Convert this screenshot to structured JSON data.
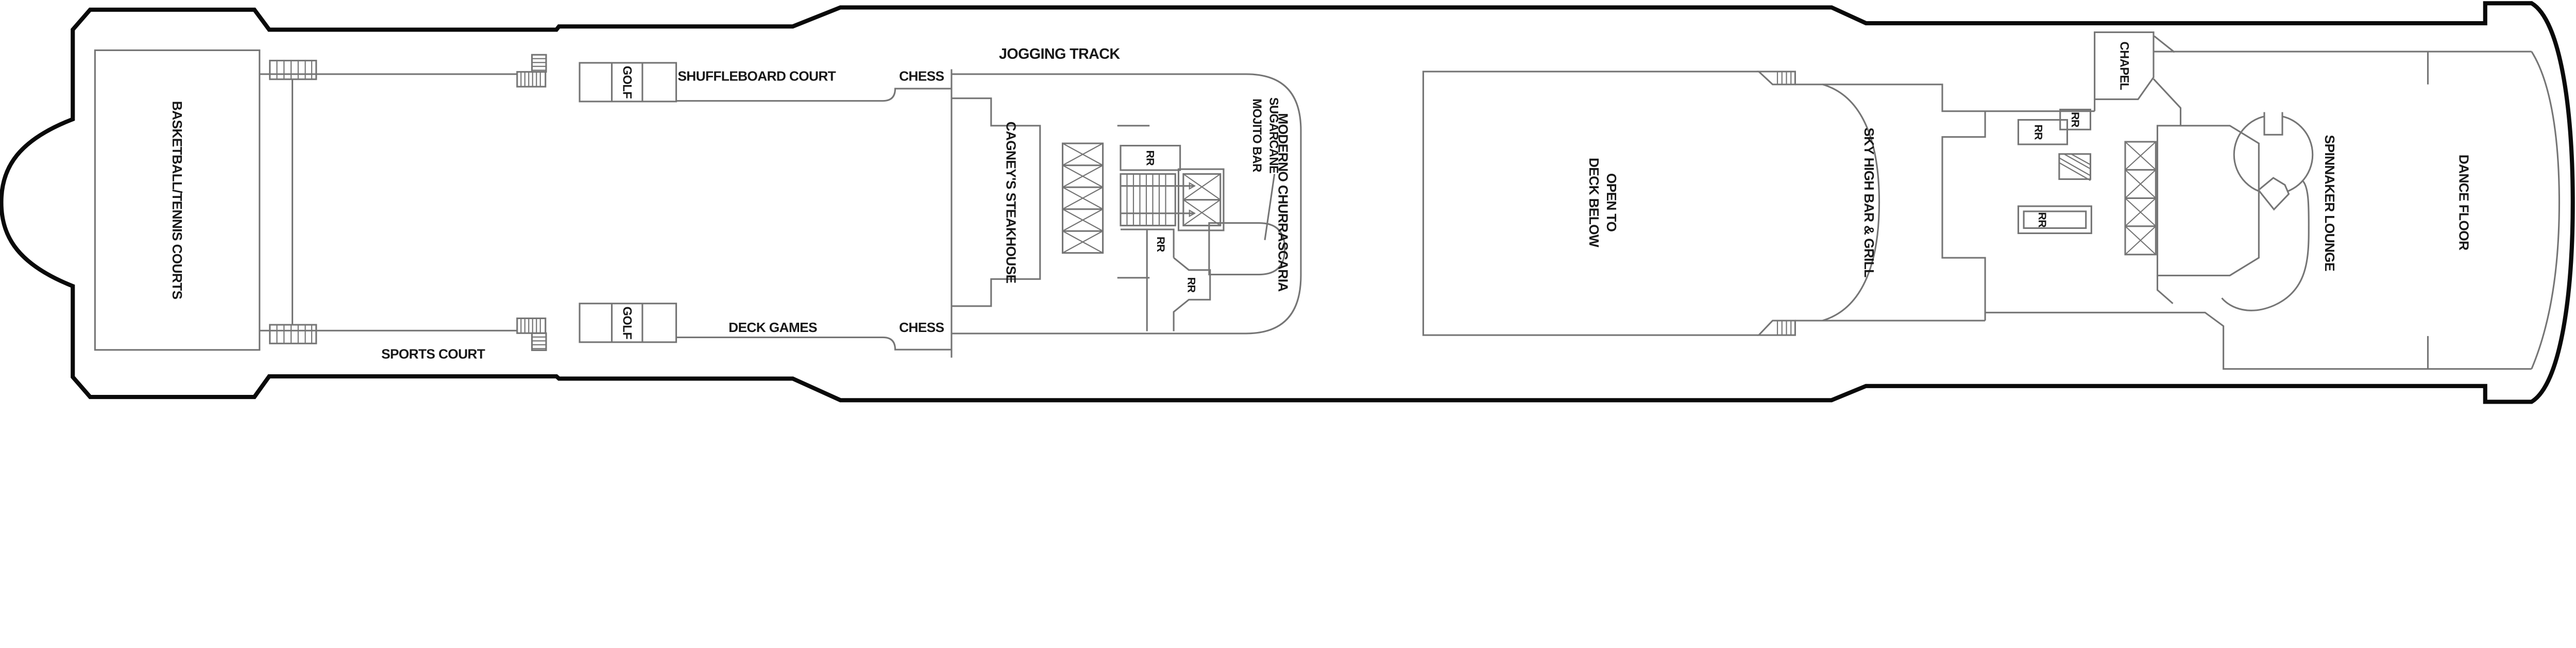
{
  "colors": {
    "hull_outline": "#0a0a0a",
    "interior_walls": "#757575",
    "label_text": "#181818",
    "background": "#ffffff"
  },
  "stern_section": {
    "basketball_tennis_courts": "BASKETBALL/TENNIS COURTS",
    "sports_court": "SPORTS COURT",
    "golf_top": "GOLF",
    "golf_bottom": "GOLF"
  },
  "midship_section": {
    "shuffleboard_court": "SHUFFLEBOARD COURT",
    "chess_top": "CHESS",
    "chess_bottom": "CHESS",
    "deck_games": "DECK GAMES",
    "jogging_track": "JOGGING TRACK",
    "cagneys_steakhouse": "CAGNEY'S STEAKHOUSE",
    "moderno_churrascaria": "MODERNO CHURRASCARIA",
    "sugarcane_line1": "SUGARCANE",
    "sugarcane_line2": "MOJITO BAR",
    "restroom_1": "RR",
    "restroom_2": "RR",
    "restroom_3": "RR"
  },
  "void_section": {
    "open_to": "OPEN TO",
    "deck_below": "DECK BELOW",
    "sky_high_bar_grill": "SKY HIGH BAR & GRILL"
  },
  "bow_section": {
    "chapel": "CHAPEL",
    "restroom_4": "RR",
    "restroom_5": "RR",
    "restroom_6": "RR",
    "spinnaker_lounge": "SPINNAKER LOUNGE",
    "dance_floor": "DANCE FLOOR"
  }
}
